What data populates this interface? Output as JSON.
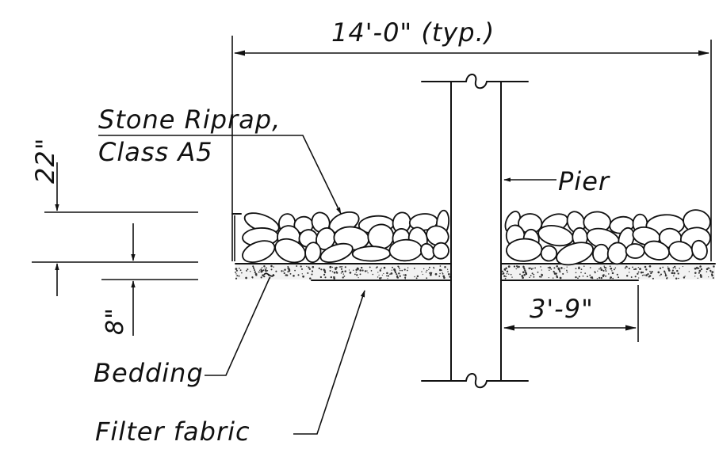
{
  "diagram": {
    "labels": {
      "overall_width": "14'-0\" (typ.)",
      "riprap_line1": "Stone Riprap,",
      "riprap_line2": "Class A5",
      "pier": "Pier",
      "riprap_thickness": "22\"",
      "bedding_thickness": "8\"",
      "bedding": "Bedding",
      "filter_fabric": "Filter fabric",
      "fabric_extent": "3'-9\""
    }
  }
}
